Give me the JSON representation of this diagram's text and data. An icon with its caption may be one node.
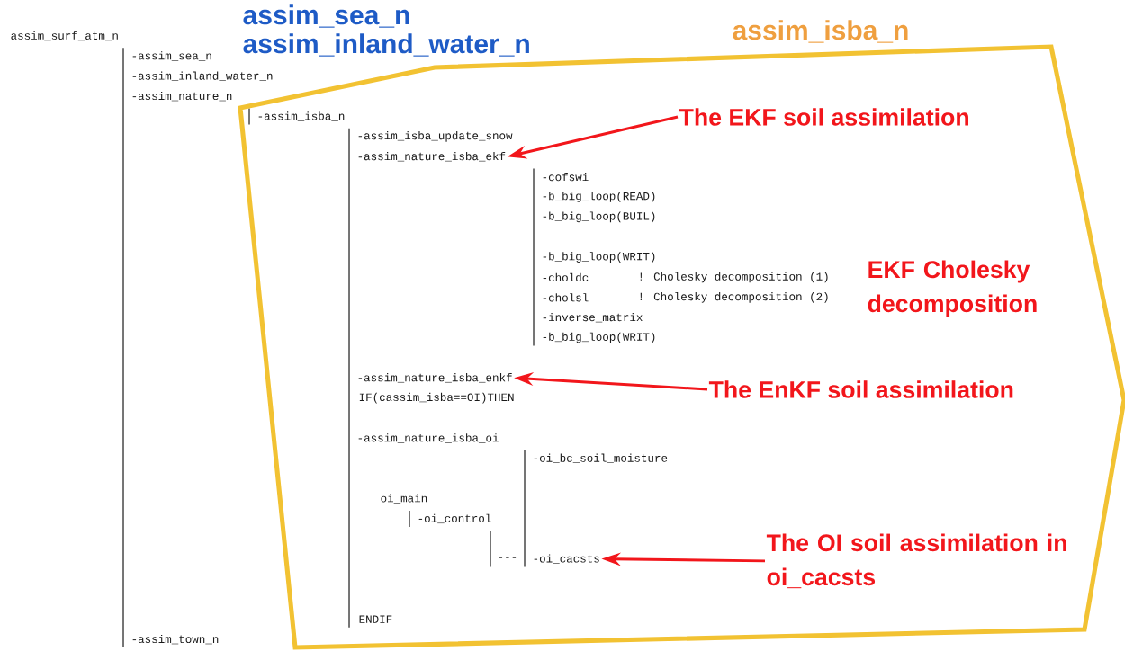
{
  "diagram": {
    "nodes": [
      {
        "text": [
          "assim_isba_n"
        ]
      },
      {
        "text": [
          "-assim_nature_isba_ekf"
        ],
        "in": 0
      },
      {
        "text": [
          "The EKF soil assimilation"
        ],
        "in": 0
      },
      {
        "text": [
          "-assim_nature_isba_enkf"
        ],
        "in": 0
      },
      {
        "text": [
          "The EnKF soil assimilation"
        ],
        "in": 0
      },
      {
        "text": [
          "-oi_cacsts"
        ],
        "in": 0
      },
      {
        "text": [
          "The OI soil assimilation in oi_cacsts"
        ],
        "in": 0
      }
    ],
    "edges": [
      {
        "from": 2,
        "to": 1,
        "arrow": "to"
      },
      {
        "from": 4,
        "to": 3,
        "arrow": "to"
      },
      {
        "from": 6,
        "to": 5,
        "arrow": "to"
      }
    ],
    "labels": [
      "assim_sea_n",
      "assim_inland_water_n",
      "assim_surf_atm_n",
      "-assim_sea_n",
      "-assim_inland_water_n",
      "-assim_nature_n",
      "-assim_isba_n",
      "-assim_isba_update_snow",
      "-cofswi",
      "-b_big_loop(READ)",
      "-b_big_loop(BUIL)",
      "-b_big_loop(WRIT)",
      "-choldc",
      "! Cholesky decomposition (1)",
      "EKF Cholesky decomposition",
      "-cholsl",
      "! Cholesky decomposition (2)",
      "-inverse_matrix",
      "-b_big_loop(WRIT)",
      "IF(cassim_isba==OI)THEN",
      "-assim_nature_isba_oi",
      "-oi_bc_soil_moisture",
      "oi_main",
      "-oi_control",
      "---",
      "ENDIF",
      "-assim_town_n"
    ]
  }
}
